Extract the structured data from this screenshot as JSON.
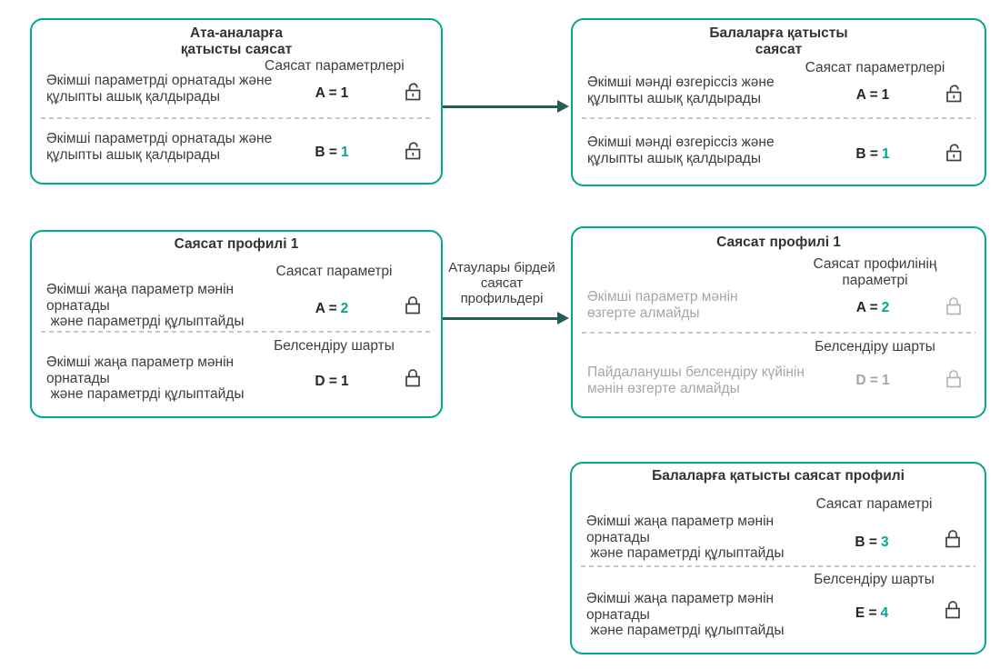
{
  "colors": {
    "box_border": "#00a88e",
    "accent_number": "#00a88e",
    "arrow": "#235e54",
    "text": "#3a3a3a",
    "muted_text": "#a6a6a6",
    "lock_dark": "#3f3f3f",
    "lock_gray": "#b5b5b5"
  },
  "boxes": [
    {
      "title": "Ата-аналарға\nқатысты саясат",
      "subtitle": "Саясат параметрлері",
      "rows": [
        {
          "text": "Әкімші параметрді орнатады және\nқұлыпты ашық қалдырады",
          "text_color": "black",
          "label": "A =",
          "label_color": "black",
          "number": "1",
          "number_color": "black",
          "lock": "open",
          "lock_color": "dark"
        },
        {
          "text": "Әкімші параметрді орнатады және\nқұлыпты ашық қалдырады",
          "text_color": "black",
          "label": "B =",
          "label_color": "black",
          "number": "1",
          "number_color": "teal",
          "lock": "open",
          "lock_color": "dark"
        }
      ]
    },
    {
      "title": "Балаларға қатысты\nсаясат",
      "subtitle": "Саясат параметрлері",
      "rows": [
        {
          "text": "Әкімші мәнді өзгеріссіз және\nқұлыпты ашық қалдырады",
          "text_color": "black",
          "label": "A =",
          "label_color": "black",
          "number": "1",
          "number_color": "black",
          "lock": "open",
          "lock_color": "dark"
        },
        {
          "text": "Әкімші мәнді өзгеріссіз және\nқұлыпты ашық қалдырады",
          "text_color": "black",
          "label": "B =",
          "label_color": "black",
          "number": "1",
          "number_color": "teal",
          "lock": "open",
          "lock_color": "dark"
        }
      ]
    },
    {
      "title": "Саясат профилі 1",
      "rows": [
        {
          "heading": "Саясат параметрі",
          "text": "Әкімші жаңа параметр мәнін\nорнатады\n және параметрді құлыптайды",
          "text_color": "black",
          "label": "A =",
          "label_color": "black",
          "number": "2",
          "number_color": "teal",
          "lock": "closed",
          "lock_color": "dark"
        },
        {
          "heading": "Белсендіру шарты",
          "text": "Әкімші жаңа параметр мәнін\nорнатады\n және параметрді құлыптайды",
          "text_color": "black",
          "label": "D =",
          "label_color": "black",
          "number": "1",
          "number_color": "black",
          "lock": "closed",
          "lock_color": "dark"
        }
      ]
    },
    {
      "title": "Саясат профилі 1",
      "rows": [
        {
          "heading": "Саясат профилінің\nпараметрі",
          "text": "Әкімші параметр мәнін\nөзгерте алмайды",
          "text_color": "gray",
          "label": "A =",
          "label_color": "black",
          "number": "2",
          "number_color": "teal",
          "lock": "closed",
          "lock_color": "gray"
        },
        {
          "heading": "Белсендіру шарты",
          "text": "Пайдаланушы белсендіру күйінін\nмәнін өзгерте алмайды",
          "text_color": "gray",
          "label": "D =",
          "label_color": "gray",
          "number": "1",
          "number_color": "gray",
          "lock": "closed",
          "lock_color": "gray"
        }
      ]
    },
    {
      "title": "Балаларға қатысты саясат профилі",
      "rows": [
        {
          "heading": "Саясат параметрі",
          "text": "Әкімші жаңа параметр мәнін\nорнатады\n және параметрді құлыптайды",
          "text_color": "black",
          "label": "B =",
          "label_color": "black",
          "number": "3",
          "number_color": "teal",
          "lock": "closed",
          "lock_color": "dark"
        },
        {
          "heading": "Белсендіру шарты",
          "text": "Әкімші жаңа параметр мәнін\nорнатады\n және параметрді құлыптайды",
          "text_color": "black",
          "label": "E =",
          "label_color": "black",
          "number": "4",
          "number_color": "teal",
          "lock": "closed",
          "lock_color": "dark"
        }
      ]
    }
  ],
  "arrows": [
    {
      "label": ""
    },
    {
      "label": "Атаулары бірдей\nсаясат\nпрофильдері"
    }
  ]
}
